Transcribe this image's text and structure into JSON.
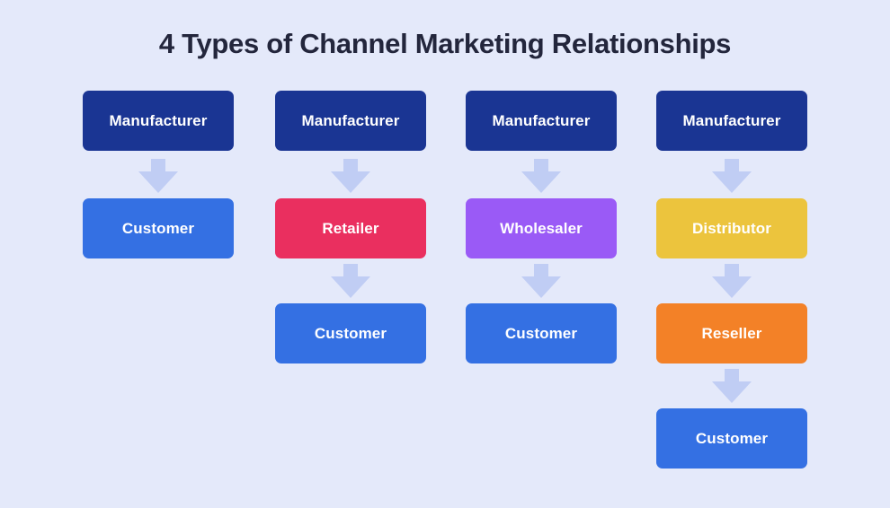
{
  "title": "4 Types of Channel Marketing Relationships",
  "colors": {
    "page_background": "#e4e9fa",
    "title_text": "#23263c",
    "arrow": "#c0cdf4",
    "box_text": "#ffffff",
    "manufacturer": "#1a3593",
    "customer": "#3470e3",
    "retailer": "#ea2f5f",
    "wholesaler": "#9a5af6",
    "distributor": "#ecc43d",
    "reseller": "#f38127"
  },
  "diagram": {
    "columns": [
      {
        "nodes": [
          {
            "label": "Manufacturer",
            "color": "#1a3593"
          },
          {
            "label": "Customer",
            "color": "#3470e3"
          }
        ]
      },
      {
        "nodes": [
          {
            "label": "Manufacturer",
            "color": "#1a3593"
          },
          {
            "label": "Retailer",
            "color": "#ea2f5f"
          },
          {
            "label": "Customer",
            "color": "#3470e3"
          }
        ]
      },
      {
        "nodes": [
          {
            "label": "Manufacturer",
            "color": "#1a3593"
          },
          {
            "label": "Wholesaler",
            "color": "#9a5af6"
          },
          {
            "label": "Customer",
            "color": "#3470e3"
          }
        ]
      },
      {
        "nodes": [
          {
            "label": "Manufacturer",
            "color": "#1a3593"
          },
          {
            "label": "Distributor",
            "color": "#ecc43d"
          },
          {
            "label": "Reseller",
            "color": "#f38127"
          },
          {
            "label": "Customer",
            "color": "#3470e3"
          }
        ]
      }
    ]
  }
}
